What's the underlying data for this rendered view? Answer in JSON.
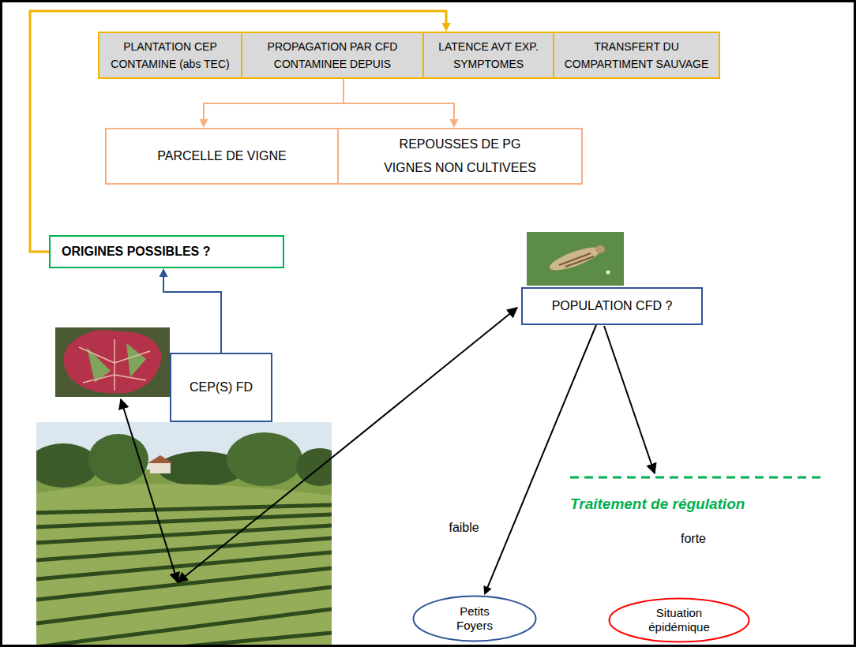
{
  "diagram": {
    "nodes": [
      {
        "text": [
          "PLANTATION CEP CONTAMINE (abs TEC)"
        ]
      },
      {
        "text": [
          "PROPAGATION PAR CFD CONTAMINEE DEPUIS"
        ]
      },
      {
        "text": [
          "LATENCE AVT EXP. SYMPTOMES"
        ]
      },
      {
        "text": [
          "TRANSFERT DU COMPARTIMENT SAUVAGE"
        ]
      },
      {
        "text": [
          "PARCELLE DE VIGNE"
        ]
      },
      {
        "text": [
          "REPOUSSES DE PG VIGNES NON CULTIVEES"
        ]
      },
      {
        "text": [
          "ORIGINES POSSIBLES ?"
        ]
      },
      {
        "text": [
          "CEP(S) FD"
        ]
      },
      {
        "text": [
          "POPULATION CFD ?"
        ]
      },
      {
        "text": [
          "Petits Foyers"
        ]
      },
      {
        "text": [
          "Situation épidémique"
        ]
      }
    ],
    "edges": [
      {
        "from": 1,
        "to": 4,
        "arrow": "to"
      },
      {
        "from": 1,
        "to": 5,
        "arrow": "to"
      },
      {
        "from": 6,
        "to": 2,
        "arrow": "to"
      },
      {
        "from": 7,
        "to": 6,
        "arrow": "to"
      },
      {
        "from": 8,
        "to": 9,
        "label": "faible",
        "arrow": "to"
      }
    ],
    "labels": [
      "Traitement de régulation",
      "forte"
    ]
  }
}
